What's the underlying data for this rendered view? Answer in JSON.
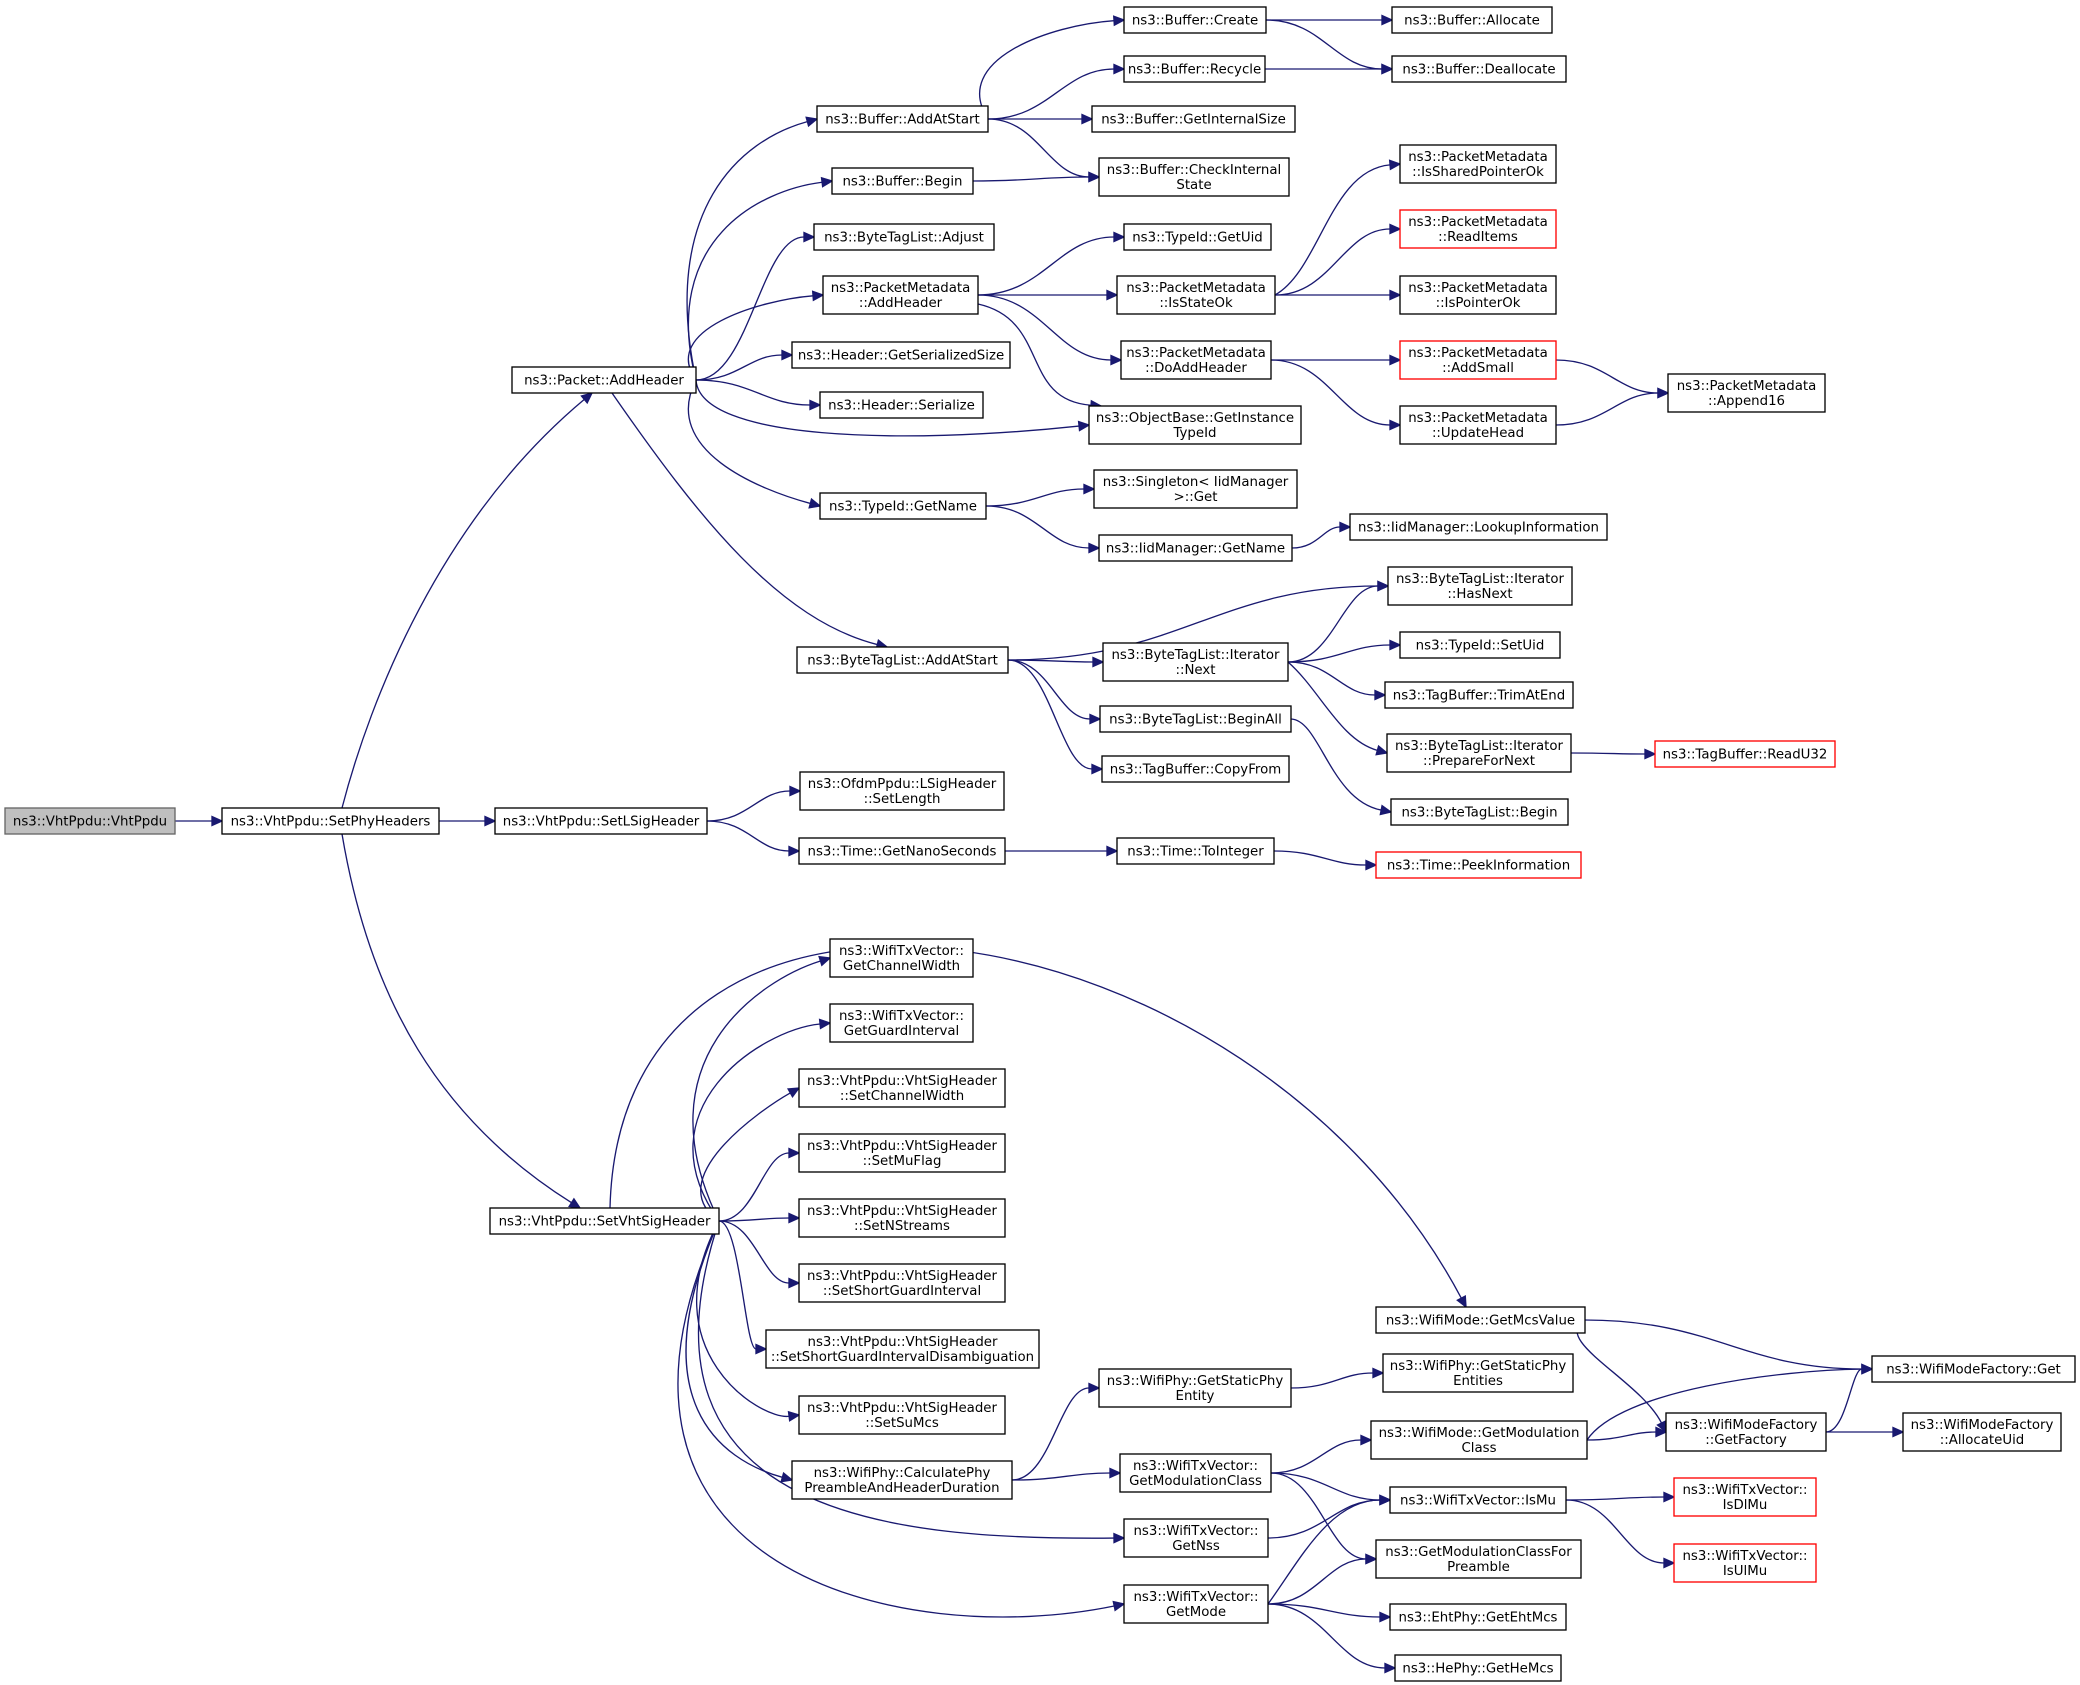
{
  "nodes": [
    {
      "id": "n0",
      "lines": [
        "ns3::VhtPpdu::VhtPpdu"
      ],
      "style": "root"
    },
    {
      "id": "n1",
      "lines": [
        "ns3::VhtPpdu::SetPhyHeaders"
      ]
    },
    {
      "id": "n2",
      "lines": [
        "ns3::Packet::AddHeader"
      ]
    },
    {
      "id": "n3",
      "lines": [
        "ns3::VhtPpdu::SetLSigHeader"
      ]
    },
    {
      "id": "n4",
      "lines": [
        "ns3::VhtPpdu::SetVhtSigHeader"
      ]
    },
    {
      "id": "n5",
      "lines": [
        "ns3::Buffer::AddAtStart"
      ]
    },
    {
      "id": "n6",
      "lines": [
        "ns3::Buffer::Begin"
      ]
    },
    {
      "id": "n7",
      "lines": [
        "ns3::ByteTagList::Adjust"
      ]
    },
    {
      "id": "n8",
      "lines": [
        "ns3::PacketMetadata",
        "::AddHeader"
      ]
    },
    {
      "id": "n9",
      "lines": [
        "ns3::Header::GetSerializedSize"
      ]
    },
    {
      "id": "n10",
      "lines": [
        "ns3::Header::Serialize"
      ]
    },
    {
      "id": "n11",
      "lines": [
        "ns3::TypeId::GetName"
      ]
    },
    {
      "id": "n12",
      "lines": [
        "ns3::ByteTagList::AddAtStart"
      ]
    },
    {
      "id": "n13",
      "lines": [
        "ns3::Buffer::Create"
      ]
    },
    {
      "id": "n14",
      "lines": [
        "ns3::Buffer::Recycle"
      ]
    },
    {
      "id": "n15",
      "lines": [
        "ns3::Buffer::GetInternalSize"
      ]
    },
    {
      "id": "n16",
      "lines": [
        "ns3::Buffer::CheckInternal",
        "State"
      ]
    },
    {
      "id": "n17",
      "lines": [
        "ns3::Buffer::Allocate"
      ]
    },
    {
      "id": "n18",
      "lines": [
        "ns3::Buffer::Deallocate"
      ]
    },
    {
      "id": "n19",
      "lines": [
        "ns3::TypeId::GetUid"
      ]
    },
    {
      "id": "n20",
      "lines": [
        "ns3::PacketMetadata",
        "::IsStateOk"
      ]
    },
    {
      "id": "n21",
      "lines": [
        "ns3::PacketMetadata",
        "::DoAddHeader"
      ]
    },
    {
      "id": "n22",
      "lines": [
        "ns3::ObjectBase::GetInstance",
        "TypeId"
      ]
    },
    {
      "id": "n23",
      "lines": [
        "ns3::PacketMetadata",
        "::IsSharedPointerOk"
      ]
    },
    {
      "id": "n24",
      "lines": [
        "ns3::PacketMetadata",
        "::ReadItems"
      ],
      "style": "red"
    },
    {
      "id": "n25",
      "lines": [
        "ns3::PacketMetadata",
        "::IsPointerOk"
      ]
    },
    {
      "id": "n26",
      "lines": [
        "ns3::PacketMetadata",
        "::AddSmall"
      ],
      "style": "red"
    },
    {
      "id": "n27",
      "lines": [
        "ns3::PacketMetadata",
        "::UpdateHead"
      ]
    },
    {
      "id": "n28",
      "lines": [
        "ns3::PacketMetadata",
        "::Append16"
      ]
    },
    {
      "id": "n29",
      "lines": [
        "ns3::Singleton< IidManager",
        " >::Get"
      ]
    },
    {
      "id": "n30",
      "lines": [
        "ns3::IidManager::GetName"
      ]
    },
    {
      "id": "n31",
      "lines": [
        "ns3::IidManager::LookupInformation"
      ]
    },
    {
      "id": "n32",
      "lines": [
        "ns3::ByteTagList::Iterator",
        "::HasNext"
      ]
    },
    {
      "id": "n33",
      "lines": [
        "ns3::ByteTagList::Iterator",
        "::Next"
      ]
    },
    {
      "id": "n34",
      "lines": [
        "ns3::ByteTagList::BeginAll"
      ]
    },
    {
      "id": "n35",
      "lines": [
        "ns3::TagBuffer::CopyFrom"
      ]
    },
    {
      "id": "n36",
      "lines": [
        "ns3::TypeId::SetUid"
      ]
    },
    {
      "id": "n37",
      "lines": [
        "ns3::TagBuffer::TrimAtEnd"
      ]
    },
    {
      "id": "n38",
      "lines": [
        "ns3::ByteTagList::Iterator",
        "::PrepareForNext"
      ]
    },
    {
      "id": "n39",
      "lines": [
        "ns3::ByteTagList::Begin"
      ]
    },
    {
      "id": "n40",
      "lines": [
        "ns3::TagBuffer::ReadU32"
      ],
      "style": "red"
    },
    {
      "id": "n41",
      "lines": [
        "ns3::OfdmPpdu::LSigHeader",
        "::SetLength"
      ]
    },
    {
      "id": "n42",
      "lines": [
        "ns3::Time::GetNanoSeconds"
      ]
    },
    {
      "id": "n43",
      "lines": [
        "ns3::Time::ToInteger"
      ]
    },
    {
      "id": "n44",
      "lines": [
        "ns3::Time::PeekInformation"
      ],
      "style": "red"
    },
    {
      "id": "n45",
      "lines": [
        "ns3::WifiTxVector::",
        "GetChannelWidth"
      ]
    },
    {
      "id": "n46",
      "lines": [
        "ns3::WifiTxVector::",
        "GetGuardInterval"
      ]
    },
    {
      "id": "n47",
      "lines": [
        "ns3::VhtPpdu::VhtSigHeader",
        "::SetChannelWidth"
      ]
    },
    {
      "id": "n48",
      "lines": [
        "ns3::VhtPpdu::VhtSigHeader",
        "::SetMuFlag"
      ]
    },
    {
      "id": "n49",
      "lines": [
        "ns3::VhtPpdu::VhtSigHeader",
        "::SetNStreams"
      ]
    },
    {
      "id": "n50",
      "lines": [
        "ns3::VhtPpdu::VhtSigHeader",
        "::SetShortGuardInterval"
      ]
    },
    {
      "id": "n51",
      "lines": [
        "ns3::VhtPpdu::VhtSigHeader",
        "::SetShortGuardIntervalDisambiguation"
      ]
    },
    {
      "id": "n52",
      "lines": [
        "ns3::VhtPpdu::VhtSigHeader",
        "::SetSuMcs"
      ]
    },
    {
      "id": "n53",
      "lines": [
        "ns3::WifiPhy::CalculatePhy",
        "PreambleAndHeaderDuration"
      ]
    },
    {
      "id": "n54",
      "lines": [
        "ns3::WifiTxVector::",
        "GetNss"
      ]
    },
    {
      "id": "n55",
      "lines": [
        "ns3::WifiTxVector::",
        "GetMode"
      ]
    },
    {
      "id": "n56",
      "lines": [
        "ns3::WifiMode::GetMcsValue"
      ]
    },
    {
      "id": "n57",
      "lines": [
        "ns3::WifiPhy::GetStaticPhy",
        "Entity"
      ]
    },
    {
      "id": "n58",
      "lines": [
        "ns3::WifiTxVector::",
        "GetModulationClass"
      ]
    },
    {
      "id": "n59",
      "lines": [
        "ns3::WifiPhy::GetStaticPhy",
        "Entities"
      ]
    },
    {
      "id": "n60",
      "lines": [
        "ns3::WifiMode::GetModulation",
        "Class"
      ]
    },
    {
      "id": "n61",
      "lines": [
        "ns3::WifiTxVector::IsMu"
      ]
    },
    {
      "id": "n62",
      "lines": [
        "ns3::GetModulationClassFor",
        "Preamble"
      ]
    },
    {
      "id": "n63",
      "lines": [
        "ns3::EhtPhy::GetEhtMcs"
      ]
    },
    {
      "id": "n64",
      "lines": [
        "ns3::HePhy::GetHeMcs"
      ]
    },
    {
      "id": "n65",
      "lines": [
        "ns3::WifiModeFactory::Get"
      ]
    },
    {
      "id": "n66",
      "lines": [
        "ns3::WifiModeFactory",
        "::GetFactory"
      ]
    },
    {
      "id": "n67",
      "lines": [
        "ns3::WifiModeFactory",
        "::AllocateUid"
      ]
    },
    {
      "id": "n68",
      "lines": [
        "ns3::WifiTxVector::",
        "IsDlMu"
      ],
      "style": "red"
    },
    {
      "id": "n69",
      "lines": [
        "ns3::WifiTxVector::",
        "IsUlMu"
      ],
      "style": "red"
    }
  ],
  "edges": [
    [
      "n0",
      "n1"
    ],
    [
      "n1",
      "n2"
    ],
    [
      "n1",
      "n3"
    ],
    [
      "n1",
      "n4"
    ],
    [
      "n2",
      "n5"
    ],
    [
      "n2",
      "n6"
    ],
    [
      "n2",
      "n7"
    ],
    [
      "n2",
      "n8"
    ],
    [
      "n2",
      "n9"
    ],
    [
      "n2",
      "n10"
    ],
    [
      "n2",
      "n22"
    ],
    [
      "n2",
      "n11"
    ],
    [
      "n2",
      "n12"
    ],
    [
      "n5",
      "n13"
    ],
    [
      "n5",
      "n14"
    ],
    [
      "n5",
      "n15"
    ],
    [
      "n5",
      "n16"
    ],
    [
      "n13",
      "n17"
    ],
    [
      "n13",
      "n18"
    ],
    [
      "n14",
      "n18"
    ],
    [
      "n6",
      "n16"
    ],
    [
      "n8",
      "n19"
    ],
    [
      "n8",
      "n20"
    ],
    [
      "n8",
      "n21"
    ],
    [
      "n8",
      "n22"
    ],
    [
      "n20",
      "n23"
    ],
    [
      "n20",
      "n24"
    ],
    [
      "n20",
      "n25"
    ],
    [
      "n21",
      "n26"
    ],
    [
      "n21",
      "n27"
    ],
    [
      "n26",
      "n28"
    ],
    [
      "n27",
      "n28"
    ],
    [
      "n11",
      "n29"
    ],
    [
      "n11",
      "n30"
    ],
    [
      "n30",
      "n31"
    ],
    [
      "n12",
      "n32"
    ],
    [
      "n12",
      "n33"
    ],
    [
      "n12",
      "n34"
    ],
    [
      "n12",
      "n35"
    ],
    [
      "n33",
      "n32"
    ],
    [
      "n33",
      "n36"
    ],
    [
      "n33",
      "n37"
    ],
    [
      "n33",
      "n38"
    ],
    [
      "n38",
      "n40"
    ],
    [
      "n34",
      "n39"
    ],
    [
      "n3",
      "n41"
    ],
    [
      "n3",
      "n42"
    ],
    [
      "n42",
      "n43"
    ],
    [
      "n43",
      "n44"
    ],
    [
      "n4",
      "n56"
    ],
    [
      "n4",
      "n45"
    ],
    [
      "n4",
      "n46"
    ],
    [
      "n4",
      "n47"
    ],
    [
      "n4",
      "n48"
    ],
    [
      "n4",
      "n49"
    ],
    [
      "n4",
      "n50"
    ],
    [
      "n4",
      "n51"
    ],
    [
      "n4",
      "n52"
    ],
    [
      "n4",
      "n53"
    ],
    [
      "n4",
      "n54"
    ],
    [
      "n4",
      "n55"
    ],
    [
      "n53",
      "n57"
    ],
    [
      "n53",
      "n58"
    ],
    [
      "n57",
      "n59"
    ],
    [
      "n58",
      "n60"
    ],
    [
      "n58",
      "n61"
    ],
    [
      "n58",
      "n62"
    ],
    [
      "n54",
      "n61"
    ],
    [
      "n55",
      "n61"
    ],
    [
      "n55",
      "n62"
    ],
    [
      "n55",
      "n63"
    ],
    [
      "n55",
      "n64"
    ],
    [
      "n56",
      "n65"
    ],
    [
      "n56",
      "n66"
    ],
    [
      "n60",
      "n65"
    ],
    [
      "n60",
      "n66"
    ],
    [
      "n66",
      "n65"
    ],
    [
      "n66",
      "n67"
    ],
    [
      "n61",
      "n68"
    ],
    [
      "n61",
      "n69"
    ]
  ]
}
